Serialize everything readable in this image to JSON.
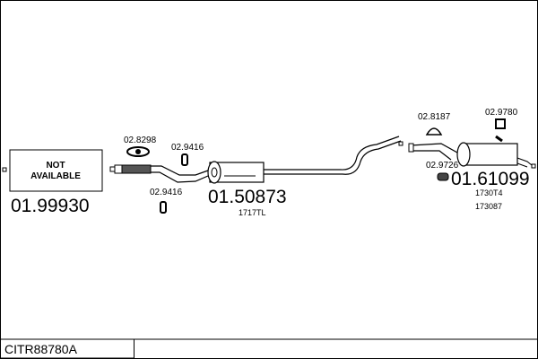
{
  "diagram_code": "CITR88780A",
  "parts": {
    "front": {
      "number": "01.99930",
      "status": "NOT AVAILABLE",
      "status_line1": "NOT",
      "status_line2": "AVAILABLE"
    },
    "clamp_front": {
      "number": "02.8298"
    },
    "hanger_top": {
      "number": "02.9416"
    },
    "hanger_bottom": {
      "number": "02.9416"
    },
    "middle": {
      "number": "01.50873",
      "ref": "1717TL"
    },
    "clamp_rear": {
      "number": "02.8187"
    },
    "hanger_rear": {
      "number": "02.9780"
    },
    "rubber_rear": {
      "number": "02.9726"
    },
    "rear": {
      "number": "01.61099",
      "ref1": "1730T4",
      "ref2": "173087"
    }
  }
}
